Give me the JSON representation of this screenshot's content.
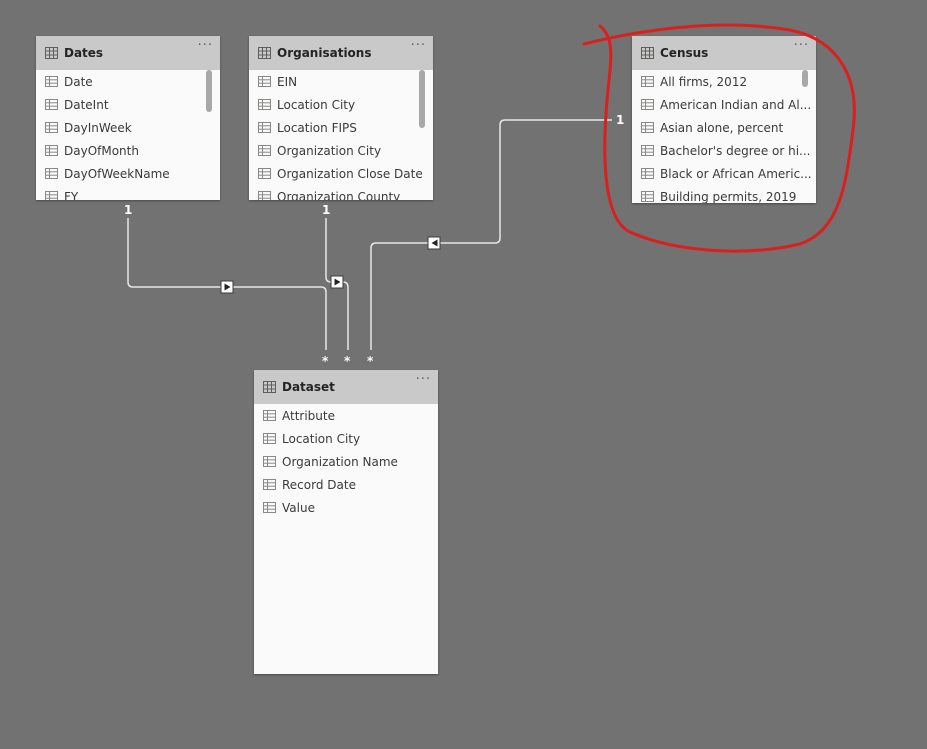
{
  "tables": {
    "dates": {
      "title": "Dates",
      "more": "···",
      "fields": [
        "Date",
        "DateInt",
        "DayInWeek",
        "DayOfMonth",
        "DayOfWeekName",
        "FY"
      ]
    },
    "organisations": {
      "title": "Organisations",
      "more": "···",
      "fields": [
        "EIN",
        "Location City",
        "Location FIPS",
        "Organization City",
        "Organization Close Date",
        "Organization County"
      ]
    },
    "census": {
      "title": "Census",
      "more": "···",
      "fields": [
        "All firms, 2012",
        "American Indian and Al...",
        "Asian alone, percent",
        "Bachelor's degree or hi...",
        "Black or African Americ...",
        "Building permits, 2019"
      ]
    },
    "dataset": {
      "title": "Dataset",
      "more": "···",
      "fields": [
        "Attribute",
        "Location City",
        "Organization Name",
        "Record Date",
        "Value"
      ]
    }
  },
  "relationships": {
    "one_label": "1",
    "many_label": "*"
  },
  "colors": {
    "canvas": "#727272",
    "card": "#fafafa",
    "header": "#c9c9c9",
    "line": "#e6e6e6",
    "highlight": "#d9201f"
  }
}
